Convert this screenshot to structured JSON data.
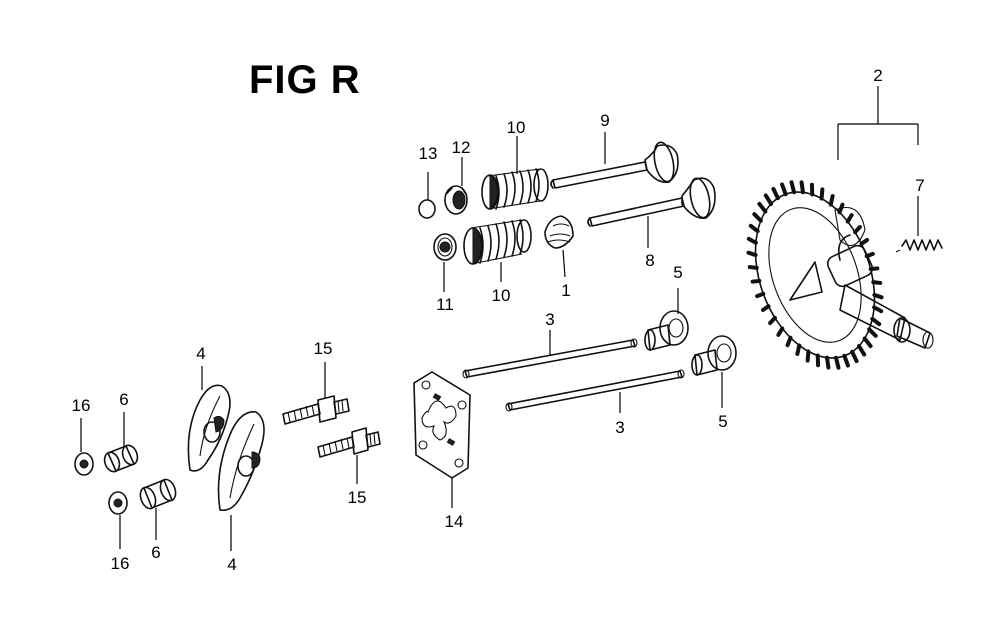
{
  "figure": {
    "title": "FIG R"
  },
  "callouts": {
    "p1": "1",
    "p2": "2",
    "p3a": "3",
    "p3b": "3",
    "p4a": "4",
    "p4b": "4",
    "p5a": "5",
    "p5b": "5",
    "p6a": "6",
    "p6b": "6",
    "p7": "7",
    "p8": "8",
    "p9": "9",
    "p10a": "10",
    "p10b": "10",
    "p11": "11",
    "p12": "12",
    "p13": "13",
    "p14": "14",
    "p15a": "15",
    "p15b": "15",
    "p16a": "16",
    "p16b": "16"
  }
}
